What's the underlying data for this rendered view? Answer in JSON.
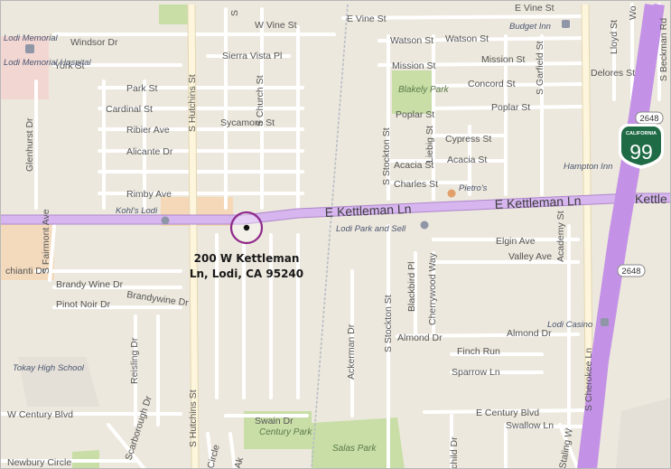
{
  "pin": {
    "address_line1": "200 W Kettleman",
    "address_line2": "Ln, Lodi, CA 95240"
  },
  "shield": {
    "state": "CALIFORNIA",
    "number": "99"
  },
  "highway_badges": [
    "2648",
    "2648"
  ],
  "streets": {
    "e_vine": "E Vine St",
    "w_vine": "W Vine St",
    "windsor": "Windsor Dr",
    "york": "York St",
    "sierra_vista": "Sierra Vista Pl",
    "park": "Park St",
    "cardinal": "Cardinal St",
    "ribier": "Ribier Ave",
    "alicante": "Alicante Dr",
    "sycamore": "Sycamore St",
    "rimby": "Rimby Ave",
    "glenhurst": "Glenhurst Dr",
    "fairmont": "S Fairmont Ave",
    "s_church": "S Church St",
    "s_hutchins_top": "S Hutchins St",
    "s_hutchins_bottom": "S Hutchins St",
    "watson_left": "Watson St",
    "watson_right": "Watson St",
    "mission_left": "Mission St",
    "mission_right": "Mission St",
    "concord": "Concord St",
    "poplar_left": "Poplar St",
    "poplar_right": "Poplar St",
    "cypress": "Cypress St",
    "acacia_left": "Acacia St",
    "acacia_right": "Acacia St",
    "charles": "Charles St",
    "liebig": "Liebig St",
    "s_stockton_top": "S Stockton St",
    "s_stockton_bottom": "S Stockton St",
    "s_garfield": "S Garfield St",
    "delores": "Delores St",
    "lloyd": "Lloyd St",
    "s_beckman": "S Beckman Rd",
    "e_kettleman_1": "E Kettleman Ln",
    "e_kettleman_2": "E Kettleman Ln",
    "kettleman_right": "Kettle",
    "elgin": "Elgin Ave",
    "valley": "Valley Ave",
    "academy": "Academy St",
    "brandy_wine": "Brandy Wine Dr",
    "brandywine": "Brandywine Dr",
    "pinot_noir": "Pinot Noir Dr",
    "blackbird": "Blackbird Pl",
    "cherrywood": "Cherrywood Way",
    "ackerman": "Ackerman Dr",
    "almond_left": "Almond Dr",
    "almond_right": "Almond Dr",
    "finch_run": "Finch Run",
    "sparrow": "Sparrow Ln",
    "reisling": "Reisling Dr",
    "scarborough": "Scarborough Dr",
    "w_century": "W Century Blvd",
    "e_century": "E Century Blvd",
    "swallow": "Swallow Ln",
    "swain": "Swain Dr",
    "newbury": "Newbury Circle",
    "cherokee": "S Cherokee Ln",
    "chantr": "chianti Dr",
    "staling": "Staling W",
    "child": "child Dr",
    "circle": "Circle",
    "e_vine_top": "E Vine St",
    "wood": "Wo",
    "church_top": "S",
    "ak": "Ak"
  },
  "parks": {
    "blakely": "Blakely Park",
    "century": "Century Park",
    "salas": "Salas Park"
  },
  "pois": {
    "lodi_memorial": "Lodi Memorial",
    "lodi_memorial_hospital": "Lodi Memorial Hospital",
    "budget_inn": "Budget Inn",
    "pietros": "Pietro's",
    "kohls": "Kohl's Lodi",
    "lodi_park_sell": "Lodi Park and Sell",
    "hampton_inn": "Hampton Inn",
    "lodi_casino": "Lodi Casino",
    "tokay": "Tokay High School"
  },
  "colors": {
    "land": "#ede8dd",
    "park": "#c8dea6",
    "hospital": "#f1d6d2",
    "highway": "#b77fe0",
    "pin": "#8f2a8c",
    "commercial": "#f4d5b1"
  }
}
